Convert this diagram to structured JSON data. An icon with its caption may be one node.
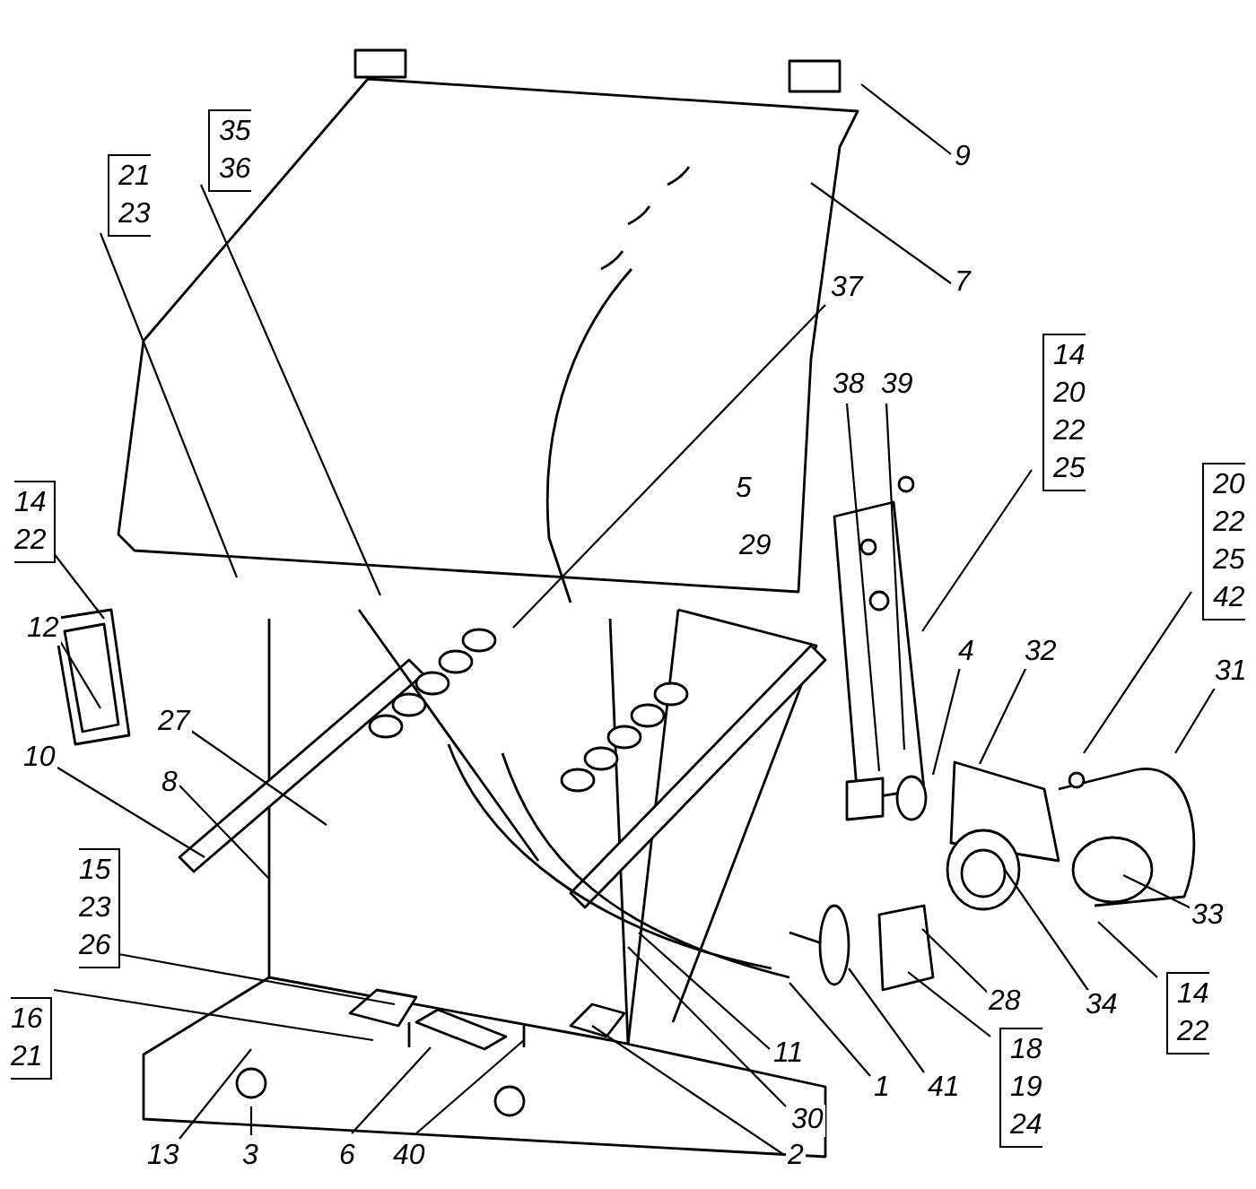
{
  "diagram": {
    "nodes": [
      {
        "text": [
          "9"
        ]
      },
      {
        "text": [
          "7"
        ]
      },
      {
        "text": [
          "21",
          "23"
        ]
      },
      {
        "text": [
          "35",
          "36"
        ]
      },
      {
        "text": [
          "37"
        ]
      },
      {
        "text": [
          "38"
        ]
      },
      {
        "text": [
          "39"
        ]
      },
      {
        "text": [
          "14",
          "20",
          "22",
          "25"
        ]
      },
      {
        "text": [
          "20",
          "22",
          "25",
          "42"
        ]
      },
      {
        "text": [
          "14",
          "22"
        ]
      },
      {
        "text": [
          "12"
        ]
      },
      {
        "text": [
          "10"
        ]
      },
      {
        "text": [
          "27"
        ]
      },
      {
        "text": [
          "8"
        ]
      },
      {
        "text": [
          "15",
          "23",
          "26"
        ]
      },
      {
        "text": [
          "16",
          "21"
        ]
      },
      {
        "text": [
          "13"
        ]
      },
      {
        "text": [
          "3"
        ]
      },
      {
        "text": [
          "6"
        ]
      },
      {
        "text": [
          "40"
        ]
      },
      {
        "text": [
          "2"
        ]
      },
      {
        "text": [
          "30"
        ]
      },
      {
        "text": [
          "11"
        ]
      },
      {
        "text": [
          "1"
        ]
      },
      {
        "text": [
          "41"
        ]
      },
      {
        "text": [
          "28"
        ]
      },
      {
        "text": [
          "18",
          "19",
          "24"
        ]
      },
      {
        "text": [
          "34"
        ]
      },
      {
        "text": [
          "33"
        ]
      },
      {
        "text": [
          "14",
          "22"
        ]
      },
      {
        "text": [
          "31"
        ]
      },
      {
        "text": [
          "4"
        ]
      },
      {
        "text": [
          "32"
        ]
      }
    ],
    "edges": [
      {
        "from": 0,
        "to": null,
        "arrow": "none"
      },
      {
        "from": 1,
        "to": null,
        "arrow": "none"
      },
      {
        "from": 2,
        "to": null,
        "arrow": "none"
      },
      {
        "from": 3,
        "to": null,
        "arrow": "none"
      },
      {
        "from": 4,
        "to": null,
        "arrow": "none"
      },
      {
        "from": 5,
        "to": null,
        "arrow": "none"
      },
      {
        "from": 6,
        "to": null,
        "arrow": "none"
      },
      {
        "from": 7,
        "to": null,
        "arrow": "none"
      },
      {
        "from": 8,
        "to": null,
        "arrow": "none"
      },
      {
        "from": 9,
        "to": null,
        "arrow": "none"
      },
      {
        "from": 10,
        "to": null,
        "arrow": "none"
      },
      {
        "from": 11,
        "to": null,
        "arrow": "none"
      },
      {
        "from": 12,
        "to": null,
        "arrow": "none"
      },
      {
        "from": 13,
        "to": null,
        "arrow": "none"
      },
      {
        "from": 14,
        "to": null,
        "arrow": "none"
      },
      {
        "from": 15,
        "to": null,
        "arrow": "none"
      },
      {
        "from": 16,
        "to": null,
        "arrow": "none"
      },
      {
        "from": 17,
        "to": null,
        "arrow": "none"
      },
      {
        "from": 18,
        "to": null,
        "arrow": "none"
      },
      {
        "from": 19,
        "to": null,
        "arrow": "none"
      },
      {
        "from": 20,
        "to": null,
        "arrow": "none"
      },
      {
        "from": 21,
        "to": null,
        "arrow": "none"
      },
      {
        "from": 22,
        "to": null,
        "arrow": "none"
      },
      {
        "from": 23,
        "to": null,
        "arrow": "none"
      },
      {
        "from": 24,
        "to": null,
        "arrow": "none"
      },
      {
        "from": 25,
        "to": null,
        "arrow": "none"
      },
      {
        "from": 26,
        "to": null,
        "arrow": "none"
      },
      {
        "from": 27,
        "to": null,
        "arrow": "none"
      },
      {
        "from": 28,
        "to": null,
        "arrow": "none"
      },
      {
        "from": 29,
        "to": null,
        "arrow": "none"
      },
      {
        "from": 30,
        "to": null,
        "arrow": "none"
      },
      {
        "from": 31,
        "to": null,
        "arrow": "none"
      },
      {
        "from": 32,
        "to": null,
        "arrow": "none"
      }
    ],
    "labels": [
      "5",
      "29"
    ]
  }
}
